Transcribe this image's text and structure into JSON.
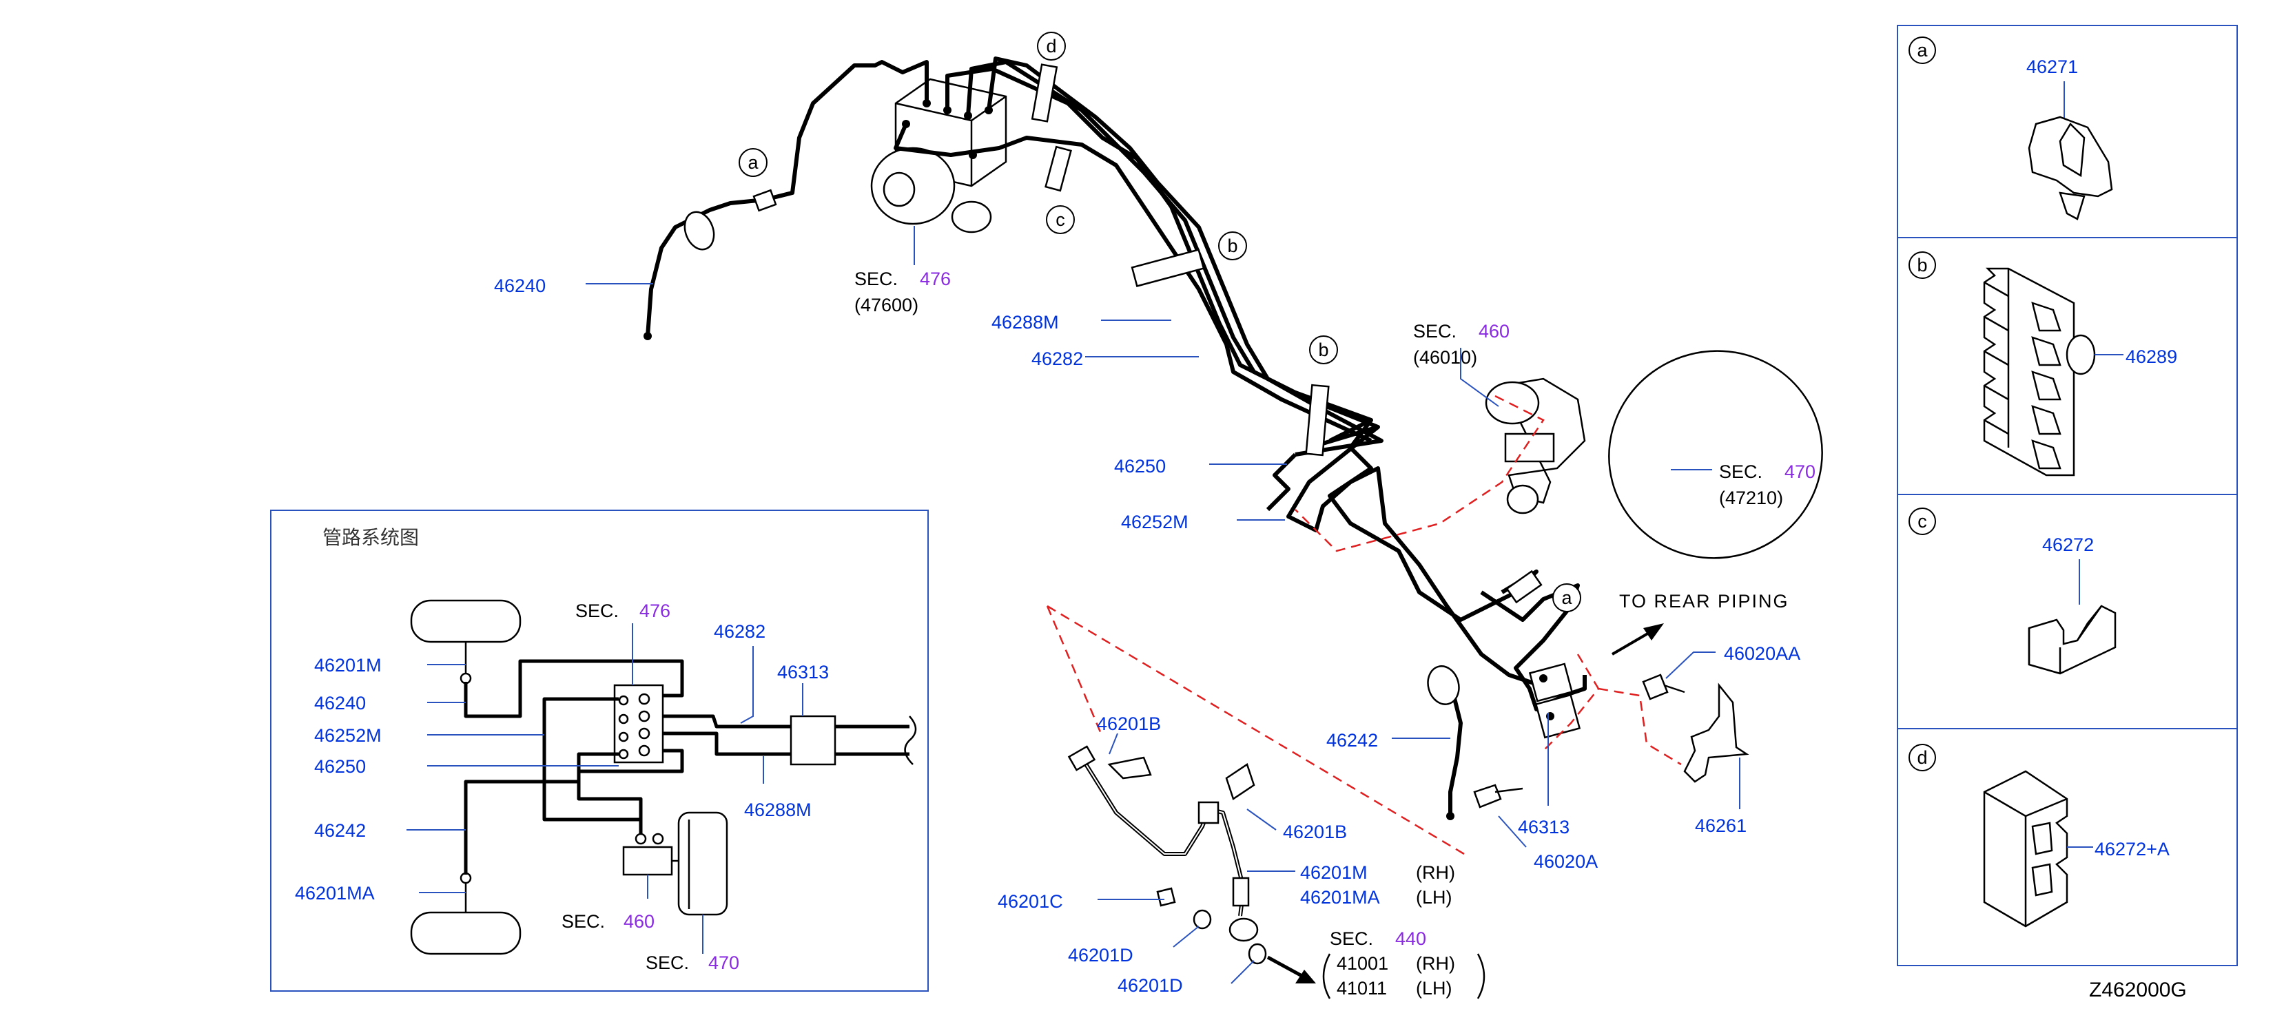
{
  "diagram_code": "Z462000G",
  "system_diagram": {
    "title": "管路系统图",
    "labels": {
      "l46201M": "46201M",
      "l46240": "46240",
      "l46252M": "46252M",
      "l46250": "46250",
      "l46242": "46242",
      "l46201MA": "46201MA",
      "l46282": "46282",
      "l46313": "46313",
      "l46288M": "46288M"
    },
    "sec476": {
      "prefix": "SEC.",
      "num": "476"
    },
    "sec460": {
      "prefix": "SEC.",
      "num": "460"
    },
    "sec470": {
      "prefix": "SEC.",
      "num": "470"
    }
  },
  "main": {
    "callouts": {
      "a": "a",
      "b": "b",
      "c": "c",
      "d": "d"
    },
    "labels": {
      "l46240": "46240",
      "l46288M": "46288M",
      "l46282": "46282",
      "l46250": "46250",
      "l46252M": "46252M",
      "l46242": "46242",
      "l46313": "46313",
      "l46020A": "46020A",
      "l46020AA": "46020AA",
      "l46261": "46261",
      "l46201B_top": "46201B",
      "l46201B_side": "46201B",
      "l46201M": "46201M",
      "l46201MA": "46201MA",
      "l46201C": "46201C",
      "l46201D_1": "46201D",
      "l46201D_2": "46201D"
    },
    "rh": "(RH)",
    "lh": "(LH)",
    "sec476": {
      "prefix": "SEC.",
      "num": "476",
      "part": "(47600)"
    },
    "sec460": {
      "prefix": "SEC.",
      "num": "460",
      "part": "(46010)"
    },
    "sec470": {
      "prefix": "SEC.",
      "num": "470",
      "part": "(47210)"
    },
    "sec440": {
      "prefix": "SEC.",
      "num": "440",
      "rows": [
        {
          "part": "41001",
          "side": "(RH)"
        },
        {
          "part": "41011",
          "side": "(LH)"
        }
      ]
    },
    "rear_piping": "TO  REAR  PIPING"
  },
  "clip_panels": [
    {
      "letter": "a",
      "part": "46271"
    },
    {
      "letter": "b",
      "part": "46289"
    },
    {
      "letter": "c",
      "part": "46272"
    },
    {
      "letter": "d",
      "part": "46272+A"
    }
  ]
}
